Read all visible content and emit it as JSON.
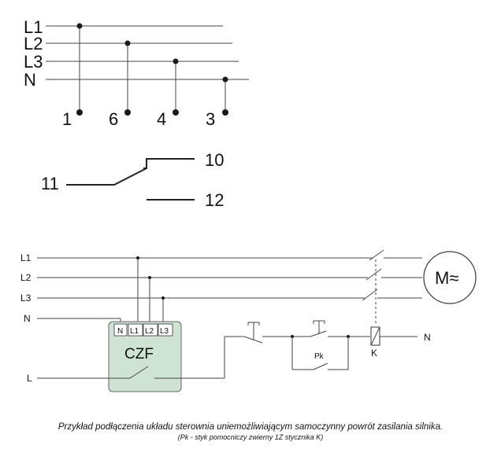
{
  "top_diagram": {
    "lines": [
      "L1",
      "L2",
      "L3",
      "N"
    ],
    "terminals": [
      "1",
      "6",
      "4",
      "3"
    ]
  },
  "relay_contact": {
    "common": "11",
    "no": "10",
    "nc": "12"
  },
  "circuit": {
    "lines": [
      "L1",
      "L2",
      "L3",
      "N"
    ],
    "l_label": "L",
    "module": {
      "name": "CZF",
      "terminals": [
        "N",
        "L1",
        "L2",
        "L3"
      ],
      "fill": "#cfe3d4"
    },
    "aux_contact": "Pk",
    "contactor": "K",
    "neutral_out": "N",
    "motor": "M≈"
  },
  "caption": {
    "main": "Przykład podłączenia układu sterownia uniemożliwiającym samoczynny powrót zasilania silnika.",
    "sub": "(Pk - styk pomocniczy zwierny 1Z stycznika K)"
  }
}
